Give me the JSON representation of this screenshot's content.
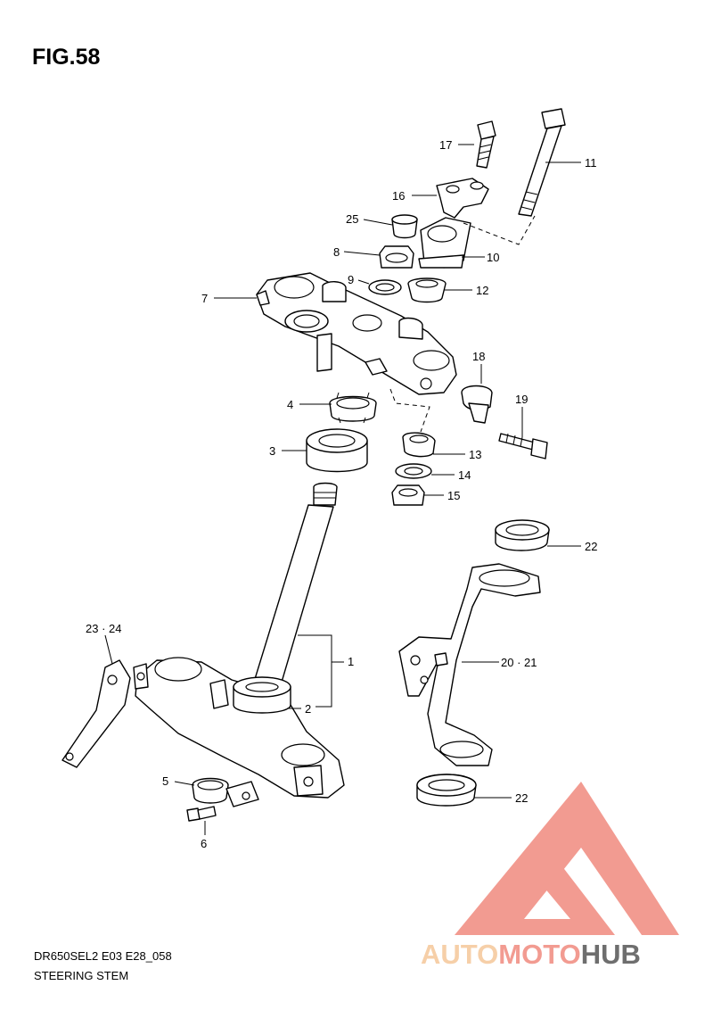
{
  "figure": {
    "title": "FIG.58",
    "model_code": "DR650SEL2 E03 E28_058",
    "caption": "STEERING STEM"
  },
  "callouts": [
    {
      "id": "p1",
      "label": "1"
    },
    {
      "id": "p2",
      "label": "2"
    },
    {
      "id": "p3",
      "label": "3"
    },
    {
      "id": "p4",
      "label": "4"
    },
    {
      "id": "p5",
      "label": "5"
    },
    {
      "id": "p6",
      "label": "6"
    },
    {
      "id": "p7",
      "label": "7"
    },
    {
      "id": "p8",
      "label": "8"
    },
    {
      "id": "p9",
      "label": "9"
    },
    {
      "id": "p10",
      "label": "10"
    },
    {
      "id": "p11",
      "label": "11"
    },
    {
      "id": "p12",
      "label": "12"
    },
    {
      "id": "p13",
      "label": "13"
    },
    {
      "id": "p14",
      "label": "14"
    },
    {
      "id": "p15",
      "label": "15"
    },
    {
      "id": "p16",
      "label": "16"
    },
    {
      "id": "p17",
      "label": "17"
    },
    {
      "id": "p18",
      "label": "18"
    },
    {
      "id": "p19",
      "label": "19"
    },
    {
      "id": "p2021",
      "label": "20 · 21"
    },
    {
      "id": "p22a",
      "label": "22"
    },
    {
      "id": "p22b",
      "label": "22"
    },
    {
      "id": "p2324",
      "label": "23 · 24"
    },
    {
      "id": "p25",
      "label": "25"
    }
  ],
  "watermark": {
    "part1": "AUTO",
    "part2": "MOTO",
    "part3": "HUB",
    "color_light": "#f5c79a",
    "color_mid": "#f08a7e",
    "color_dark": "#555555",
    "triangle_color": "#f08a7e"
  }
}
